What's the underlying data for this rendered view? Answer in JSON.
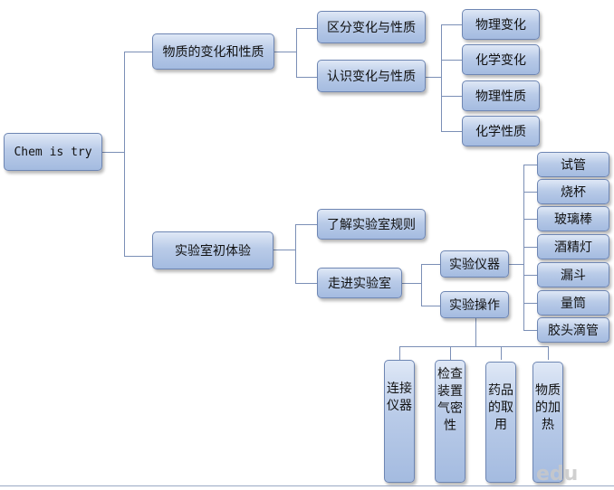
{
  "diagram": {
    "root": "Chem is try",
    "branch1": {
      "label": "物质的变化和性质",
      "children": [
        "区分变化与性质",
        "认识变化与性质"
      ],
      "leaves": [
        "物理变化",
        "化学变化",
        "物理性质",
        "化学性质"
      ]
    },
    "branch2": {
      "label": "实验室初体验",
      "children": [
        "了解实验室规则",
        "走进实验室"
      ],
      "sub": [
        "实验仪器",
        "实验操作"
      ],
      "instruments": [
        "试管",
        "烧杯",
        "玻璃棒",
        "酒精灯",
        "漏斗",
        "量筒",
        "胶头滴管"
      ],
      "operations": [
        "连接仪器",
        "检查装置气密性",
        "药品的取用",
        "物质的加热"
      ]
    }
  },
  "watermark": "edu"
}
